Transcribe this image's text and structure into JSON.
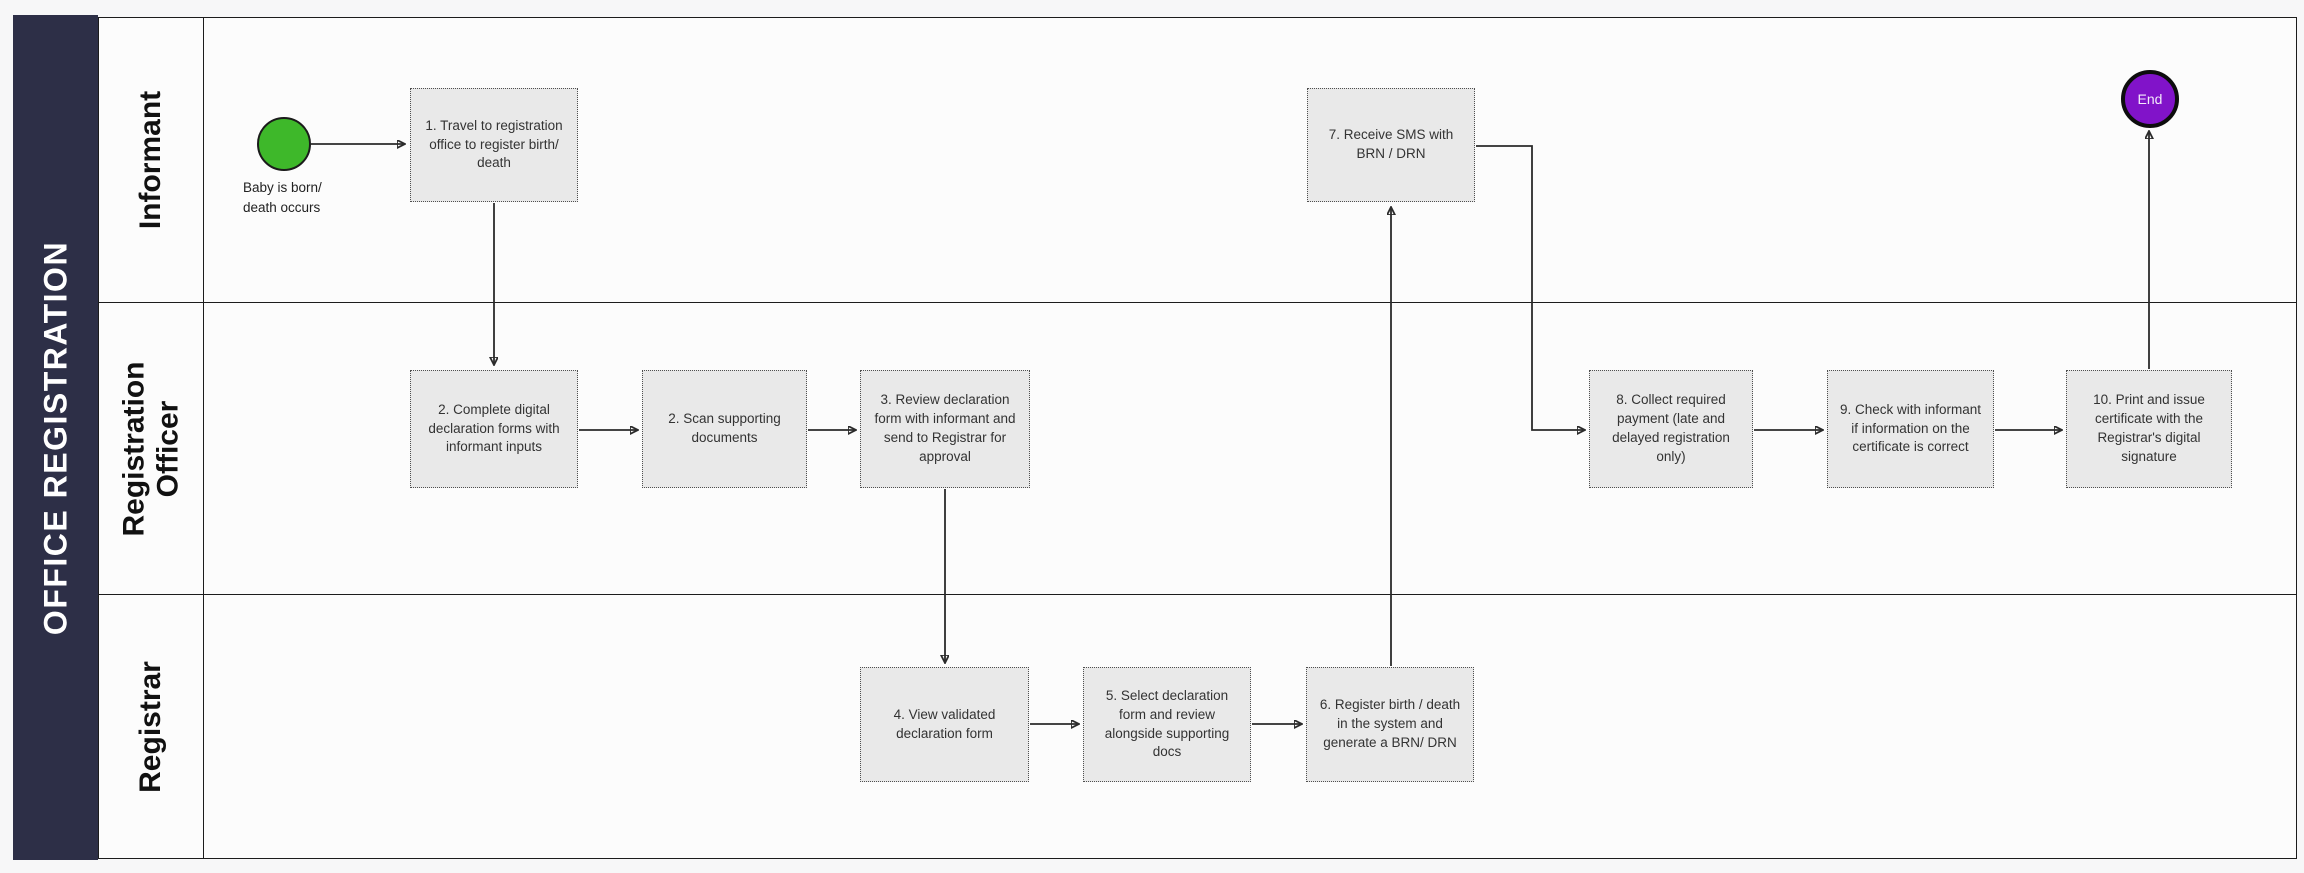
{
  "title": "OFFICE REGISTRATION",
  "lanes": [
    {
      "label": "Informant"
    },
    {
      "label": "Registration Officer"
    },
    {
      "label": "Registrar"
    }
  ],
  "events": {
    "start": {
      "label": "Baby is born/\ndeath occurs",
      "color": "#3eb82a"
    },
    "end": {
      "label": "End",
      "color": "#8113c9"
    }
  },
  "tasks": [
    {
      "id": "1",
      "lane": "Informant",
      "text": "1. Travel to registration office to register birth/ death"
    },
    {
      "id": "2",
      "lane": "Registration Officer",
      "text": "2. Complete digital declaration forms with informant inputs"
    },
    {
      "id": "2b",
      "lane": "Registration Officer",
      "text": "2. Scan supporting documents"
    },
    {
      "id": "3",
      "lane": "Registration Officer",
      "text": "3. Review declaration form with informant and send to Registrar for approval"
    },
    {
      "id": "4",
      "lane": "Registrar",
      "text": "4. View validated declaration form"
    },
    {
      "id": "5",
      "lane": "Registrar",
      "text": "5. Select declaration form and review alongside supporting docs"
    },
    {
      "id": "6",
      "lane": "Registrar",
      "text": "6. Register birth / death in the system and generate a BRN/ DRN"
    },
    {
      "id": "7",
      "lane": "Informant",
      "text": "7. Receive SMS with BRN / DRN"
    },
    {
      "id": "8",
      "lane": "Registration Officer",
      "text": "8. Collect required payment (late and delayed registration only)"
    },
    {
      "id": "9",
      "lane": "Registration Officer",
      "text": "9. Check with informant if information on the certificate is correct"
    },
    {
      "id": "10",
      "lane": "Registration Officer",
      "text": "10. Print and issue certificate with the Registrar's digital signature"
    }
  ],
  "flow_edges": [
    [
      "start",
      "1"
    ],
    [
      "1",
      "2"
    ],
    [
      "2",
      "2b"
    ],
    [
      "2b",
      "3"
    ],
    [
      "3",
      "4"
    ],
    [
      "4",
      "5"
    ],
    [
      "5",
      "6"
    ],
    [
      "6",
      "7"
    ],
    [
      "7",
      "8"
    ],
    [
      "8",
      "9"
    ],
    [
      "9",
      "10"
    ],
    [
      "10",
      "end"
    ]
  ],
  "colors": {
    "pool_bar": "#2d2f47",
    "task_fill": "#e9e9e9",
    "task_border": "#4f4f4f",
    "lane_fill": "#fcfcfc",
    "background": "#f7f7f8",
    "connector": "#2b2b2b",
    "start_event": "#3eb82a",
    "end_event": "#8113c9"
  }
}
